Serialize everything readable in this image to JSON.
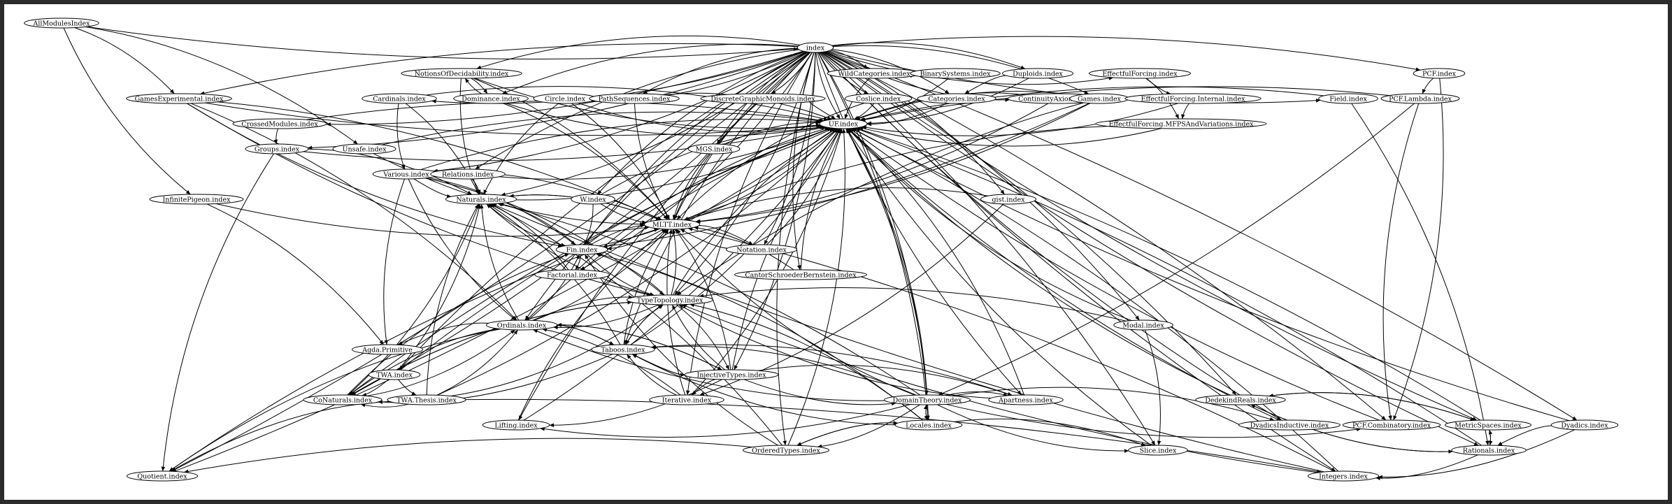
{
  "graph": {
    "nodes": [
      {
        "id": "AllModulesIndex",
        "label": "AllModulesIndex"
      },
      {
        "id": "index",
        "label": "index"
      },
      {
        "id": "NotionsOfDecidability",
        "label": "NotionsOfDecidability.index"
      },
      {
        "id": "WildCategories",
        "label": "WildCategories.index"
      },
      {
        "id": "BinarySystems",
        "label": "BinarySystems.index"
      },
      {
        "id": "Duploids",
        "label": "Duploids.index"
      },
      {
        "id": "EffectfulForcing",
        "label": "EffectfulForcing.index"
      },
      {
        "id": "PCF",
        "label": "PCF.index"
      },
      {
        "id": "GamesExperimental",
        "label": "GamesExperimental.index"
      },
      {
        "id": "Cardinals",
        "label": "Cardinals.index"
      },
      {
        "id": "Dominance",
        "label": "Dominance.index"
      },
      {
        "id": "Circle",
        "label": "Circle.index"
      },
      {
        "id": "PathSequences",
        "label": "PathSequences.index"
      },
      {
        "id": "DiscreteGraphicMonoids",
        "label": "DiscreteGraphicMonoids.index"
      },
      {
        "id": "Coslice",
        "label": "Coslice.index"
      },
      {
        "id": "Categories",
        "label": "Categories.index"
      },
      {
        "id": "ContinuityAxiom",
        "label": "ContinuityAxiom.index"
      },
      {
        "id": "Games",
        "label": "Games.index"
      },
      {
        "id": "EffectfulForcingInternal",
        "label": "EffectfulForcing.Internal.index"
      },
      {
        "id": "Field",
        "label": "Field.index"
      },
      {
        "id": "PCFLambda",
        "label": "PCF.Lambda.index"
      },
      {
        "id": "CrossedModules",
        "label": "CrossedModules.index"
      },
      {
        "id": "UF",
        "label": "UF.index"
      },
      {
        "id": "EffectfulForcingMFPS",
        "label": "EffectfulForcing.MFPSAndVariations.index"
      },
      {
        "id": "Groups",
        "label": "Groups.index"
      },
      {
        "id": "Unsafe",
        "label": "Unsafe.index"
      },
      {
        "id": "MGS",
        "label": "MGS.index"
      },
      {
        "id": "Various",
        "label": "Various.index"
      },
      {
        "id": "Relations",
        "label": "Relations.index"
      },
      {
        "id": "InfinitePigeon",
        "label": "InfinitePigeon.index"
      },
      {
        "id": "Naturals",
        "label": "Naturals.index"
      },
      {
        "id": "W",
        "label": "W.index"
      },
      {
        "id": "gist",
        "label": "gist.index"
      },
      {
        "id": "MLTT",
        "label": "MLTT.index"
      },
      {
        "id": "Notation",
        "label": "Notation.index"
      },
      {
        "id": "Fin",
        "label": "Fin.index"
      },
      {
        "id": "Factorial",
        "label": "Factorial.index"
      },
      {
        "id": "CantorSchroederBernstein",
        "label": "CantorSchroederBernstein.index"
      },
      {
        "id": "TypeTopology",
        "label": "TypeTopology.index"
      },
      {
        "id": "Ordinals",
        "label": "Ordinals.index"
      },
      {
        "id": "Modal",
        "label": "Modal.index"
      },
      {
        "id": "AgdaPrimitive",
        "label": "Agda.Primitive"
      },
      {
        "id": "Taboos",
        "label": "Taboos.index"
      },
      {
        "id": "InjectiveTypes",
        "label": "InjectiveTypes.index"
      },
      {
        "id": "TWA",
        "label": "TWA.index"
      },
      {
        "id": "CoNaturals",
        "label": "CoNaturals.index"
      },
      {
        "id": "TWAThesis",
        "label": "TWA.Thesis.index"
      },
      {
        "id": "Iterative",
        "label": "Iterative.index"
      },
      {
        "id": "DomainTheory",
        "label": "DomainTheory.index"
      },
      {
        "id": "Apartness",
        "label": "Apartness.index"
      },
      {
        "id": "DedekindReals",
        "label": "DedekindReals.index"
      },
      {
        "id": "Lifting",
        "label": "Lifting.index"
      },
      {
        "id": "Locales",
        "label": "Locales.index"
      },
      {
        "id": "DyadicsInductive",
        "label": "DyadicsInductive.index"
      },
      {
        "id": "PCFCombinatory",
        "label": "PCF.Combinatory.index"
      },
      {
        "id": "MetricSpaces",
        "label": "MetricSpaces.index"
      },
      {
        "id": "Dyadics",
        "label": "Dyadics.index"
      },
      {
        "id": "OrderedTypes",
        "label": "OrderedTypes.index"
      },
      {
        "id": "Slice",
        "label": "Slice.index"
      },
      {
        "id": "Rationals",
        "label": "Rationals.index"
      },
      {
        "id": "Quotient",
        "label": "Quotient.index"
      },
      {
        "id": "Integers",
        "label": "Integers.index"
      }
    ],
    "edges": [
      [
        "AllModulesIndex",
        "index"
      ],
      [
        "AllModulesIndex",
        "GamesExperimental"
      ],
      [
        "AllModulesIndex",
        "InfinitePigeon"
      ],
      [
        "AllModulesIndex",
        "Unsafe"
      ],
      [
        "index",
        "NotionsOfDecidability"
      ],
      [
        "index",
        "WildCategories"
      ],
      [
        "index",
        "BinarySystems"
      ],
      [
        "index",
        "Duploids"
      ],
      [
        "index",
        "EffectfulForcing"
      ],
      [
        "index",
        "PCF"
      ],
      [
        "index",
        "GamesExperimental"
      ],
      [
        "index",
        "Cardinals"
      ],
      [
        "index",
        "Dominance"
      ],
      [
        "index",
        "Circle"
      ],
      [
        "index",
        "PathSequences"
      ],
      [
        "index",
        "DiscreteGraphicMonoids"
      ],
      [
        "index",
        "Coslice"
      ],
      [
        "index",
        "Categories"
      ],
      [
        "index",
        "ContinuityAxiom"
      ],
      [
        "index",
        "Games"
      ],
      [
        "index",
        "Field"
      ],
      [
        "index",
        "CrossedModules"
      ],
      [
        "index",
        "UF"
      ],
      [
        "index",
        "Groups"
      ],
      [
        "index",
        "MGS"
      ],
      [
        "index",
        "Various"
      ],
      [
        "index",
        "Relations"
      ],
      [
        "index",
        "Naturals"
      ],
      [
        "index",
        "W"
      ],
      [
        "index",
        "gist"
      ],
      [
        "index",
        "MLTT"
      ],
      [
        "index",
        "Notation"
      ],
      [
        "index",
        "Fin"
      ],
      [
        "index",
        "Factorial"
      ],
      [
        "index",
        "CantorSchroederBernstein"
      ],
      [
        "index",
        "TypeTopology"
      ],
      [
        "index",
        "Ordinals"
      ],
      [
        "index",
        "Modal"
      ],
      [
        "index",
        "Taboos"
      ],
      [
        "index",
        "InjectiveTypes"
      ],
      [
        "index",
        "TWA"
      ],
      [
        "index",
        "CoNaturals"
      ],
      [
        "index",
        "Iterative"
      ],
      [
        "index",
        "DomainTheory"
      ],
      [
        "index",
        "Apartness"
      ],
      [
        "index",
        "DedekindReals"
      ],
      [
        "index",
        "Lifting"
      ],
      [
        "index",
        "Locales"
      ],
      [
        "index",
        "DyadicsInductive"
      ],
      [
        "index",
        "PCFCombinatory"
      ],
      [
        "index",
        "MetricSpaces"
      ],
      [
        "index",
        "Dyadics"
      ],
      [
        "index",
        "OrderedTypes"
      ],
      [
        "index",
        "Slice"
      ],
      [
        "index",
        "Rationals"
      ],
      [
        "index",
        "Quotient"
      ],
      [
        "index",
        "Integers"
      ],
      [
        "NotionsOfDecidability",
        "Dominance"
      ],
      [
        "NotionsOfDecidability",
        "UF"
      ],
      [
        "NotionsOfDecidability",
        "MLTT"
      ],
      [
        "NotionsOfDecidability",
        "Naturals"
      ],
      [
        "Dominance",
        "NotionsOfDecidability"
      ],
      [
        "Dominance",
        "UF"
      ],
      [
        "Dominance",
        "MLTT"
      ],
      [
        "WildCategories",
        "UF"
      ],
      [
        "BinarySystems",
        "UF"
      ],
      [
        "Duploids",
        "Categories"
      ],
      [
        "Duploids",
        "UF"
      ],
      [
        "EffectfulForcing",
        "EffectfulForcingInternal"
      ],
      [
        "EffectfulForcing",
        "EffectfulForcingMFPS"
      ],
      [
        "EffectfulForcingInternal",
        "EffectfulForcingMFPS"
      ],
      [
        "EffectfulForcingInternal",
        "UF"
      ],
      [
        "EffectfulForcingMFPS",
        "MLTT"
      ],
      [
        "EffectfulForcingMFPS",
        "UF"
      ],
      [
        "PCF",
        "PCFLambda"
      ],
      [
        "PCF",
        "PCFCombinatory"
      ],
      [
        "PCFLambda",
        "UF"
      ],
      [
        "PCFLambda",
        "DomainTheory"
      ],
      [
        "PCFLambda",
        "PCFCombinatory"
      ],
      [
        "PCFCombinatory",
        "UF"
      ],
      [
        "GamesExperimental",
        "UF"
      ],
      [
        "GamesExperimental",
        "MLTT"
      ],
      [
        "GamesExperimental",
        "TypeTopology"
      ],
      [
        "GamesExperimental",
        "Ordinals"
      ],
      [
        "GamesExperimental",
        "Fin"
      ],
      [
        "Cardinals",
        "UF"
      ],
      [
        "Cardinals",
        "Various"
      ],
      [
        "Cardinals",
        "Naturals"
      ],
      [
        "Circle",
        "UF"
      ],
      [
        "Circle",
        "MLTT"
      ],
      [
        "Circle",
        "Naturals"
      ],
      [
        "PathSequences",
        "UF"
      ],
      [
        "PathSequences",
        "MLTT"
      ],
      [
        "DiscreteGraphicMonoids",
        "UF"
      ],
      [
        "DiscreteGraphicMonoids",
        "MLTT"
      ],
      [
        "Coslice",
        "UF"
      ],
      [
        "Coslice",
        "MLTT"
      ],
      [
        "Categories",
        "UF"
      ],
      [
        "ContinuityAxiom",
        "UF"
      ],
      [
        "ContinuityAxiom",
        "MLTT"
      ],
      [
        "Games",
        "UF"
      ],
      [
        "Games",
        "MLTT"
      ],
      [
        "Games",
        "TypeTopology"
      ],
      [
        "Games",
        "Fin"
      ],
      [
        "Field",
        "UF"
      ],
      [
        "Field",
        "Rationals"
      ],
      [
        "CrossedModules",
        "Groups"
      ],
      [
        "CrossedModules",
        "UF"
      ],
      [
        "Groups",
        "UF"
      ],
      [
        "Groups",
        "Naturals"
      ],
      [
        "Groups",
        "Quotient"
      ],
      [
        "Unsafe",
        "UF"
      ],
      [
        "Unsafe",
        "MLTT"
      ],
      [
        "MGS",
        "UF"
      ],
      [
        "MGS",
        "MLTT"
      ],
      [
        "Various",
        "UF"
      ],
      [
        "Various",
        "Naturals"
      ],
      [
        "Various",
        "MLTT"
      ],
      [
        "Various",
        "AgdaPrimitive"
      ],
      [
        "Various",
        "TypeTopology"
      ],
      [
        "Various",
        "Ordinals"
      ],
      [
        "Various",
        "Fin"
      ],
      [
        "Relations",
        "UF"
      ],
      [
        "Relations",
        "Naturals"
      ],
      [
        "InfinitePigeon",
        "MLTT"
      ],
      [
        "InfinitePigeon",
        "AgdaPrimitive"
      ],
      [
        "Naturals",
        "UF"
      ],
      [
        "Naturals",
        "MLTT"
      ],
      [
        "Naturals",
        "Fin"
      ],
      [
        "W",
        "UF"
      ],
      [
        "W",
        "MLTT"
      ],
      [
        "W",
        "Fin"
      ],
      [
        "gist",
        "MLTT"
      ],
      [
        "gist",
        "Iterative"
      ],
      [
        "MLTT",
        "UF"
      ],
      [
        "MLTT",
        "Notation"
      ],
      [
        "MLTT",
        "Naturals"
      ],
      [
        "MLTT",
        "Fin"
      ],
      [
        "Notation",
        "UF"
      ],
      [
        "Notation",
        "MLTT"
      ],
      [
        "Fin",
        "UF"
      ],
      [
        "Fin",
        "MLTT"
      ],
      [
        "Fin",
        "Naturals"
      ],
      [
        "Fin",
        "Factorial"
      ],
      [
        "Fin",
        "TypeTopology"
      ],
      [
        "Factorial",
        "UF"
      ],
      [
        "Factorial",
        "Naturals"
      ],
      [
        "CantorSchroederBernstein",
        "UF"
      ],
      [
        "CantorSchroederBernstein",
        "MLTT"
      ],
      [
        "TypeTopology",
        "UF"
      ],
      [
        "TypeTopology",
        "MLTT"
      ],
      [
        "TypeTopology",
        "Naturals"
      ],
      [
        "TypeTopology",
        "Fin"
      ],
      [
        "TypeTopology",
        "Ordinals"
      ],
      [
        "TypeTopology",
        "CoNaturals"
      ],
      [
        "TypeTopology",
        "InjectiveTypes"
      ],
      [
        "TypeTopology",
        "Taboos"
      ],
      [
        "Ordinals",
        "UF"
      ],
      [
        "Ordinals",
        "MLTT"
      ],
      [
        "Ordinals",
        "Naturals"
      ],
      [
        "Ordinals",
        "Fin"
      ],
      [
        "Ordinals",
        "TypeTopology"
      ],
      [
        "Ordinals",
        "CoNaturals"
      ],
      [
        "Ordinals",
        "Taboos"
      ],
      [
        "Ordinals",
        "AgdaPrimitive"
      ],
      [
        "Ordinals",
        "InjectiveTypes"
      ],
      [
        "Ordinals",
        "Quotient"
      ],
      [
        "Modal",
        "UF"
      ],
      [
        "Modal",
        "TypeTopology"
      ],
      [
        "Modal",
        "Slice"
      ],
      [
        "Taboos",
        "UF"
      ],
      [
        "Taboos",
        "MLTT"
      ],
      [
        "Taboos",
        "Naturals"
      ],
      [
        "Taboos",
        "TypeTopology"
      ],
      [
        "Taboos",
        "Ordinals"
      ],
      [
        "Taboos",
        "CoNaturals"
      ],
      [
        "Taboos",
        "InjectiveTypes"
      ],
      [
        "InjectiveTypes",
        "UF"
      ],
      [
        "InjectiveTypes",
        "MLTT"
      ],
      [
        "InjectiveTypes",
        "TypeTopology"
      ],
      [
        "InjectiveTypes",
        "Ordinals"
      ],
      [
        "InjectiveTypes",
        "Taboos"
      ],
      [
        "InjectiveTypes",
        "Iterative"
      ],
      [
        "InjectiveTypes",
        "Lifting"
      ],
      [
        "InjectiveTypes",
        "DomainTheory"
      ],
      [
        "InjectiveTypes",
        "Apartness"
      ],
      [
        "TWA",
        "TWAThesis"
      ],
      [
        "TWA",
        "UF"
      ],
      [
        "TWA",
        "Naturals"
      ],
      [
        "TWA",
        "CoNaturals"
      ],
      [
        "TWAThesis",
        "UF"
      ],
      [
        "TWAThesis",
        "Naturals"
      ],
      [
        "TWAThesis",
        "TypeTopology"
      ],
      [
        "TWAThesis",
        "CoNaturals"
      ],
      [
        "TWAThesis",
        "Quotient"
      ],
      [
        "TWAThesis",
        "Integers"
      ],
      [
        "TWAThesis",
        "Ordinals"
      ],
      [
        "CoNaturals",
        "UF"
      ],
      [
        "CoNaturals",
        "Naturals"
      ],
      [
        "CoNaturals",
        "TypeTopology"
      ],
      [
        "CoNaturals",
        "Ordinals"
      ],
      [
        "CoNaturals",
        "Fin"
      ],
      [
        "Iterative",
        "UF"
      ],
      [
        "Iterative",
        "MLTT"
      ],
      [
        "Iterative",
        "Ordinals"
      ],
      [
        "Iterative",
        "Taboos"
      ],
      [
        "DomainTheory",
        "UF"
      ],
      [
        "DomainTheory",
        "MLTT"
      ],
      [
        "DomainTheory",
        "Naturals"
      ],
      [
        "DomainTheory",
        "Lifting"
      ],
      [
        "DomainTheory",
        "Locales"
      ],
      [
        "DomainTheory",
        "OrderedTypes"
      ],
      [
        "DomainTheory",
        "Taboos"
      ],
      [
        "DomainTheory",
        "Ordinals"
      ],
      [
        "DomainTheory",
        "Slice"
      ],
      [
        "DomainTheory",
        "DyadicsInductive"
      ],
      [
        "DomainTheory",
        "PCFCombinatory"
      ],
      [
        "DomainTheory",
        "Apartness"
      ],
      [
        "Apartness",
        "UF"
      ],
      [
        "Apartness",
        "TypeTopology"
      ],
      [
        "Apartness",
        "Taboos"
      ],
      [
        "DedekindReals",
        "UF"
      ],
      [
        "DedekindReals",
        "Rationals"
      ],
      [
        "DedekindReals",
        "MetricSpaces"
      ],
      [
        "Lifting",
        "UF"
      ],
      [
        "Lifting",
        "MLTT"
      ],
      [
        "Locales",
        "UF"
      ],
      [
        "Locales",
        "DomainTheory"
      ],
      [
        "Locales",
        "OrderedTypes"
      ],
      [
        "Locales",
        "Slice"
      ],
      [
        "Locales",
        "Fin"
      ],
      [
        "Locales",
        "Taboos"
      ],
      [
        "Locales",
        "TypeTopology"
      ],
      [
        "DyadicsInductive",
        "UF"
      ],
      [
        "MetricSpaces",
        "UF"
      ],
      [
        "MetricSpaces",
        "Rationals"
      ],
      [
        "MetricSpaces",
        "DedekindReals"
      ],
      [
        "Dyadics",
        "UF"
      ],
      [
        "Dyadics",
        "Rationals"
      ],
      [
        "Dyadics",
        "Integers"
      ],
      [
        "OrderedTypes",
        "UF"
      ],
      [
        "OrderedTypes",
        "Locales"
      ],
      [
        "OrderedTypes",
        "Naturals"
      ],
      [
        "OrderedTypes",
        "Fin"
      ],
      [
        "OrderedTypes",
        "Quotient"
      ],
      [
        "Slice",
        "UF"
      ],
      [
        "Rationals",
        "UF"
      ],
      [
        "Rationals",
        "Integers"
      ],
      [
        "Rationals",
        "MetricSpaces"
      ],
      [
        "Rationals",
        "DedekindReals"
      ],
      [
        "Quotient",
        "UF"
      ],
      [
        "Quotient",
        "MLTT"
      ],
      [
        "Integers",
        "UF"
      ],
      [
        "Integers",
        "Naturals"
      ],
      [
        "Integers",
        "MLTT"
      ],
      [
        "Integers",
        "TypeTopology"
      ]
    ]
  }
}
